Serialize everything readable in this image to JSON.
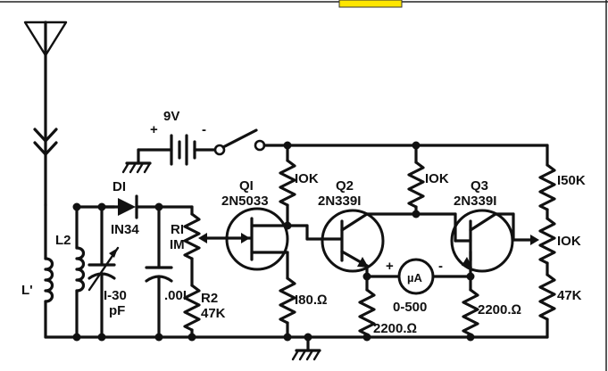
{
  "labels": {
    "battery": "9V",
    "battery_plus": "+",
    "battery_minus": "-",
    "diode_ref": "DI",
    "diode_part": "IN34",
    "l2": "L2",
    "l1": "L'",
    "cap_var_value": "I-30",
    "cap_var_unit": "pF",
    "cap_fixed": ".00I",
    "r1_ref": "RI",
    "r1_value": "IM",
    "r2_ref": "R2",
    "r2_value": "47K",
    "q1_ref": "QI",
    "q1_part": "2N5033",
    "q2_ref": "Q2",
    "q2_part": "2N339I",
    "q3_ref": "Q3",
    "q3_part": "2N339I",
    "r_10k_a": "IOK",
    "r_10k_b": "IOK",
    "r_150k": "I50K",
    "r_10k_pot": "IOK",
    "r_47k": "47K",
    "r_180": "I80.Ω",
    "r_2200_a": "2200.Ω",
    "r_2200_b": "2200.Ω",
    "meter_symbol": "µA",
    "meter_plus": "+",
    "meter_minus": "-",
    "meter_range": "0-500"
  },
  "colors": {
    "ink": "#111111",
    "tab": "#ffe600"
  }
}
